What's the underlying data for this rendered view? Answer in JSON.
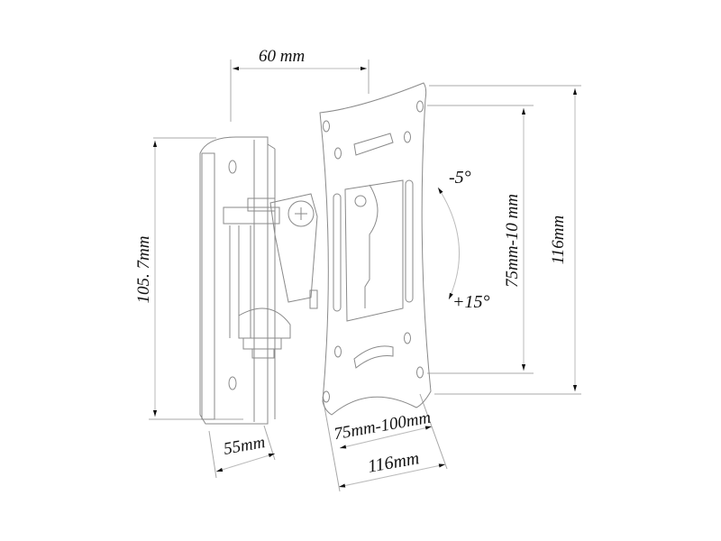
{
  "diagram": {
    "subject": "Tilting TV wall mount bracket (technical line drawing)",
    "line_color": "#9a9a9a",
    "arrow_color": "#111111",
    "dimensions": {
      "top_depth": "60 mm",
      "wall_plate_height": "105. 7mm",
      "wall_plate_width": "55mm",
      "vesa_horizontal": "75mm-100mm",
      "plate_width": "116mm",
      "vesa_vertical": "75mm-10 mm",
      "plate_height": "116mm"
    },
    "tilt": {
      "up": "-5°",
      "down": "+15°"
    }
  }
}
